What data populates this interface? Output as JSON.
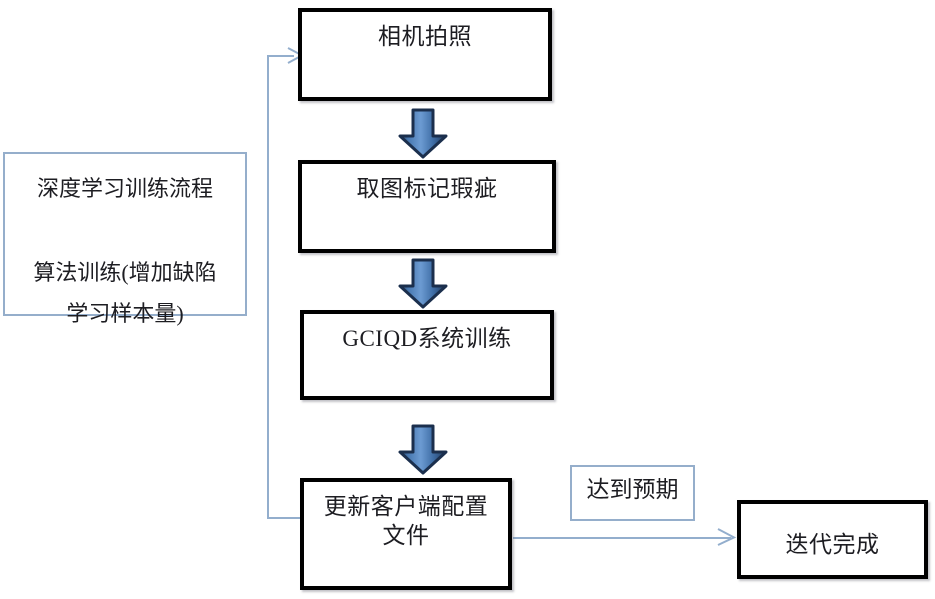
{
  "diagram": {
    "title": "深度学习训练流程",
    "type": "flowchart",
    "nodes": [
      {
        "id": "note-process",
        "kind": "note",
        "text": "深度学习训练流程\n\n算法训练(增加缺陷\n学习样本量)"
      },
      {
        "id": "step-1",
        "kind": "process",
        "text": "相机拍照"
      },
      {
        "id": "step-2",
        "kind": "process",
        "text": "取图标记瑕疵"
      },
      {
        "id": "step-3",
        "kind": "process",
        "text": "GCIQD系统训练"
      },
      {
        "id": "step-4",
        "kind": "process",
        "text": "更新客户端配置\n文件"
      },
      {
        "id": "edge-label",
        "kind": "note",
        "text": "达到预期"
      },
      {
        "id": "step-end",
        "kind": "process",
        "text": "迭代完成"
      }
    ],
    "edges": [
      {
        "id": "arrow-1-2",
        "from": "step-1",
        "to": "step-2",
        "style": "block-arrow-down"
      },
      {
        "id": "arrow-2-3",
        "from": "step-2",
        "to": "step-3",
        "style": "block-arrow-down"
      },
      {
        "id": "arrow-3-4",
        "from": "step-3",
        "to": "step-4",
        "style": "block-arrow-down"
      },
      {
        "id": "arrow-feedback",
        "from": "step-4",
        "to": "step-1",
        "style": "thin-line-loop",
        "label": ""
      },
      {
        "id": "arrow-4-end",
        "from": "step-4",
        "to": "step-end",
        "style": "thin-line",
        "label": "达到预期"
      }
    ],
    "colors": {
      "box_border": "#000000",
      "note_border": "#95aecb",
      "connector": "#93aecd",
      "arrow_fill_light": "#6f9ed4",
      "arrow_fill_dark": "#2f5party",
      "text": "#1d1d22",
      "background": "#ffffff"
    }
  }
}
